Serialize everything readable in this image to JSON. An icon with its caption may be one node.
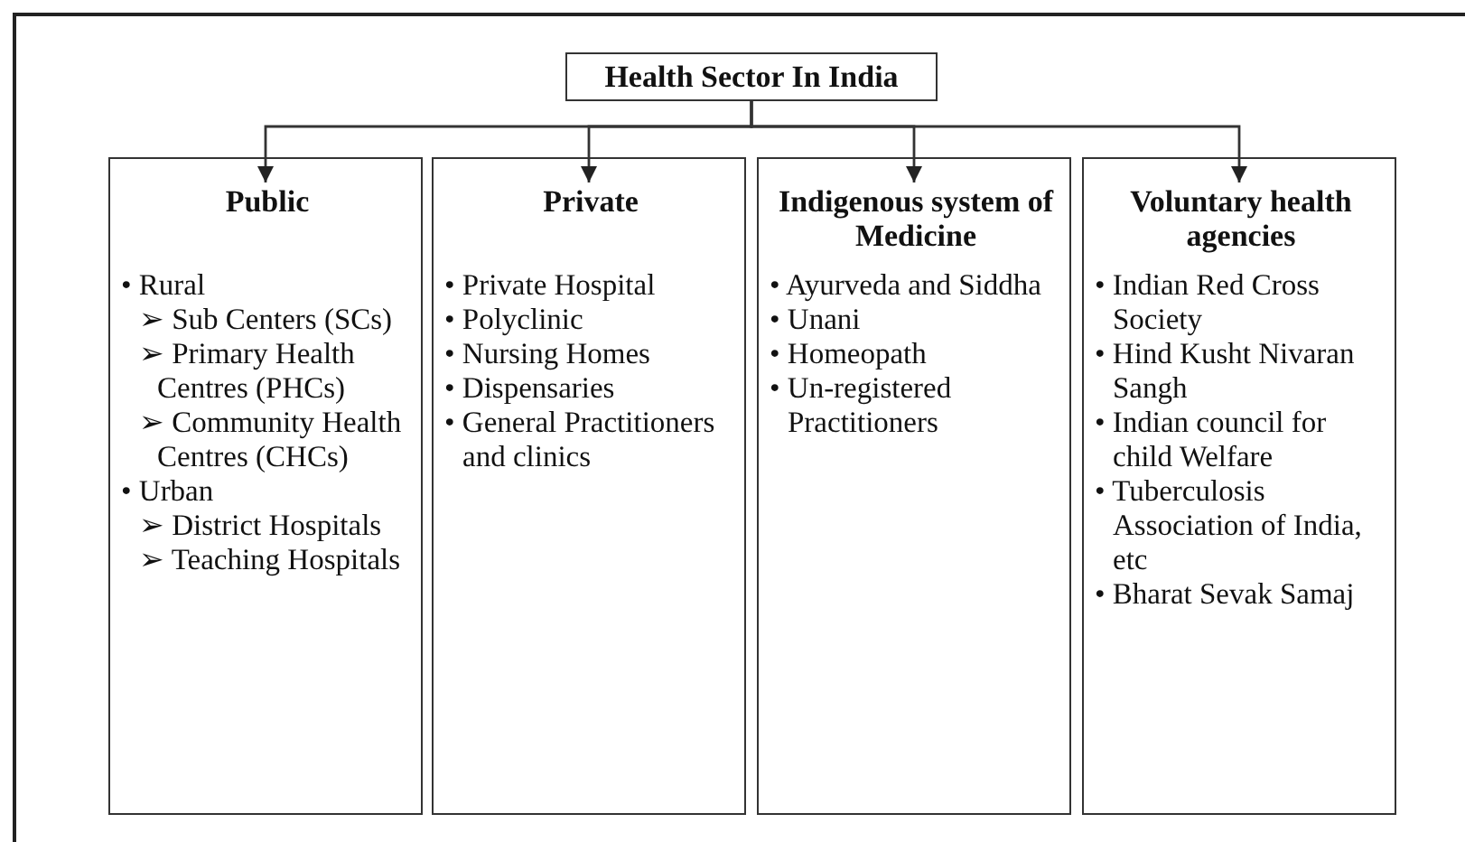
{
  "diagram": {
    "nodes": [
      {
        "text": [
          "Health Sector In India"
        ]
      },
      {
        "text": [
          "Public",
          "• Rural",
          "➢ Sub Centers (SCs)",
          "➢ Primary Health Centres (PHCs)",
          "➢ Community Health  Centres (CHCs)",
          "• Urban",
          "➢ District Hospitals",
          "➢ Teaching Hospitals"
        ]
      },
      {
        "text": [
          "Private",
          "• Private Hospital",
          "• Polyclinic",
          "• Nursing Homes",
          "• Dispensaries",
          "• General Practitioners and clinics"
        ]
      },
      {
        "text": [
          "Indigenous system of Medicine",
          "• Ayurveda and Siddha",
          "• Unani",
          "• Homeopath",
          "• Un-registered Practitioners"
        ]
      },
      {
        "text": [
          "Voluntary health agencies",
          "• Indian Red Cross Society",
          "• Hind Kusht Nivaran Sangh",
          "• Indian council for child Welfare",
          "• Tuberculosis Association of India, etc",
          "• Bharat Sevak Samaj"
        ]
      }
    ],
    "edges": [
      {
        "from": 0,
        "to": 1,
        "arrow": "to"
      },
      {
        "from": 0,
        "to": 2,
        "arrow": "to"
      },
      {
        "from": 0,
        "to": 3,
        "arrow": "to"
      },
      {
        "from": 0,
        "to": 4,
        "arrow": "to"
      }
    ]
  }
}
